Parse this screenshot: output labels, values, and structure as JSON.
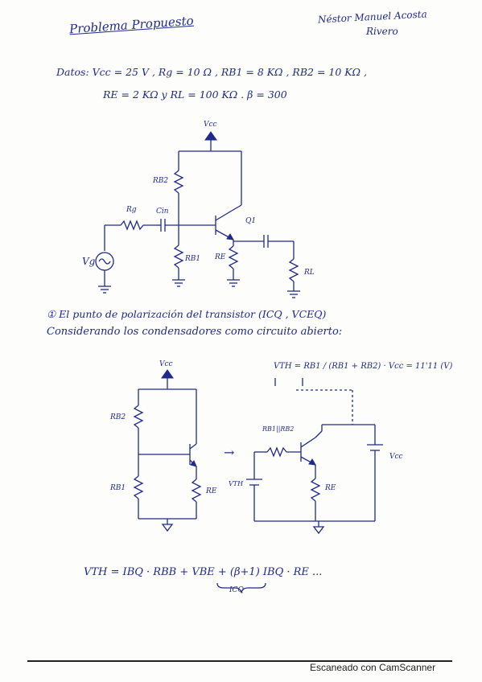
{
  "header": {
    "title": "Problema Propuesto",
    "author_line1": "Néstor Manuel Acosta",
    "author_line2": "Rivero"
  },
  "datos": {
    "line1": "Datos: Vcc = 25 V , Rg = 10 Ω , RB1 = 8 KΩ , RB2 = 10 KΩ ,",
    "line2": "RE = 2 KΩ y RL = 100 KΩ .   β = 300"
  },
  "circuit1": {
    "vcc": "Vcc",
    "rb2": "RB2",
    "rg": "Rg",
    "cin": "Cin",
    "q1": "Q1",
    "rb1": "RB1",
    "re": "RE",
    "vg": "Vg",
    "rl": "RL"
  },
  "question": {
    "line1": "① El punto de polarización del transistor (ICQ , VCEQ)",
    "line2": "Considerando los condensadores como circuito abierto:"
  },
  "circuit2": {
    "vcc": "Vcc",
    "rb2": "RB2",
    "rb1": "RB1",
    "re": "RE",
    "arrow": "→"
  },
  "thevenin": {
    "formula": "VTH = RB1 / (RB1 + RB2) · Vcc = 11'11 (V)",
    "rbb": "RB1||RB2",
    "vth": "VTH",
    "vcc": "Vcc",
    "re": "RE"
  },
  "kvl": {
    "equation": "VTH = IBQ · RBB + VBE + (β+1) IBQ · RE ...",
    "under": "ICQ"
  },
  "footer": {
    "scanner": "Escaneado con CamScanner"
  }
}
